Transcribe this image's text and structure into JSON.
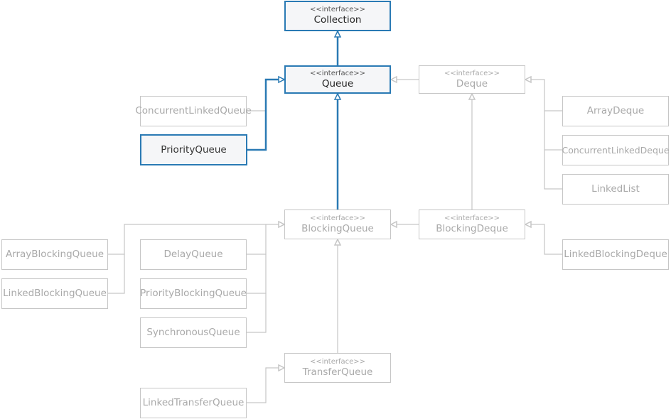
{
  "colors": {
    "highlight_border": "#2a7ab4",
    "highlight_fill": "#f5f6f8",
    "muted_line": "#c6c6c6",
    "muted_text": "#a9a9a9"
  },
  "stereotype": "<<interface>>",
  "nodes": {
    "collection": {
      "name": "Collection",
      "interface": true,
      "highlighted": true
    },
    "queue": {
      "name": "Queue",
      "interface": true,
      "highlighted": true
    },
    "deque": {
      "name": "Deque",
      "interface": true,
      "highlighted": false
    },
    "concurrent_linked_queue": {
      "name": "ConcurrentLinkedQueue",
      "interface": false,
      "highlighted": false
    },
    "priority_queue": {
      "name": "PriorityQueue",
      "interface": false,
      "highlighted": true
    },
    "array_deque": {
      "name": "ArrayDeque",
      "interface": false,
      "highlighted": false
    },
    "concurrent_linked_deque": {
      "name": "ConcurrentLinkedDeque",
      "interface": false,
      "highlighted": false
    },
    "linked_list": {
      "name": "LinkedList",
      "interface": false,
      "highlighted": false
    },
    "blocking_queue": {
      "name": "BlockingQueue",
      "interface": true,
      "highlighted": false
    },
    "blocking_deque": {
      "name": "BlockingDeque",
      "interface": true,
      "highlighted": false
    },
    "array_blocking_queue": {
      "name": "ArrayBlockingQueue",
      "interface": false,
      "highlighted": false
    },
    "linked_blocking_queue": {
      "name": "LinkedBlockingQueue",
      "interface": false,
      "highlighted": false
    },
    "delay_queue": {
      "name": "DelayQueue",
      "interface": false,
      "highlighted": false
    },
    "priority_blocking_queue": {
      "name": "PriorityBlockingQueue",
      "interface": false,
      "highlighted": false
    },
    "synchronous_queue": {
      "name": "SynchronousQueue",
      "interface": false,
      "highlighted": false
    },
    "linked_blocking_deque": {
      "name": "LinkedBlockingDeque",
      "interface": false,
      "highlighted": false
    },
    "transfer_queue": {
      "name": "TransferQueue",
      "interface": true,
      "highlighted": false
    },
    "linked_transfer_queue": {
      "name": "LinkedTransferQueue",
      "interface": false,
      "highlighted": false
    }
  },
  "edges": [
    {
      "from": "queue",
      "to": "collection",
      "highlighted": true
    },
    {
      "from": "priority_queue",
      "to": "queue",
      "highlighted": true
    },
    {
      "from": "concurrent_linked_queue",
      "to": "queue",
      "highlighted": false
    },
    {
      "from": "blocking_queue",
      "to": "queue",
      "highlighted": true
    },
    {
      "from": "deque",
      "to": "queue",
      "highlighted": false
    },
    {
      "from": "array_deque",
      "to": "deque",
      "highlighted": false
    },
    {
      "from": "concurrent_linked_deque",
      "to": "deque",
      "highlighted": false
    },
    {
      "from": "linked_list",
      "to": "deque",
      "highlighted": false
    },
    {
      "from": "blocking_deque",
      "to": "deque",
      "highlighted": false
    },
    {
      "from": "blocking_deque",
      "to": "blocking_queue",
      "highlighted": false
    },
    {
      "from": "linked_blocking_deque",
      "to": "blocking_deque",
      "highlighted": false
    },
    {
      "from": "array_blocking_queue",
      "to": "blocking_queue",
      "highlighted": false
    },
    {
      "from": "linked_blocking_queue",
      "to": "blocking_queue",
      "highlighted": false
    },
    {
      "from": "delay_queue",
      "to": "blocking_queue",
      "highlighted": false
    },
    {
      "from": "priority_blocking_queue",
      "to": "blocking_queue",
      "highlighted": false
    },
    {
      "from": "synchronous_queue",
      "to": "blocking_queue",
      "highlighted": false
    },
    {
      "from": "transfer_queue",
      "to": "blocking_queue",
      "highlighted": false
    },
    {
      "from": "linked_transfer_queue",
      "to": "transfer_queue",
      "highlighted": false
    }
  ]
}
